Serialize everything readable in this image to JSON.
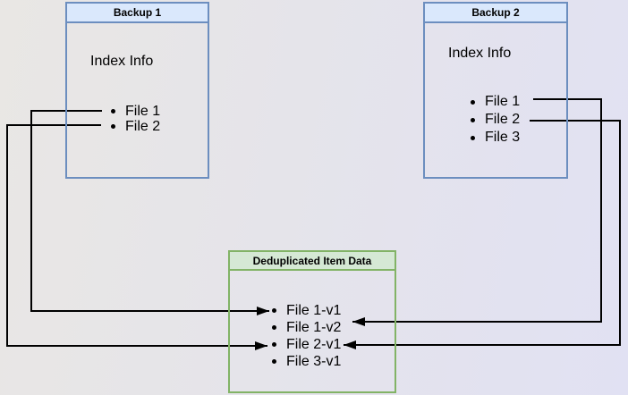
{
  "diagram": {
    "backup1": {
      "title": "Backup 1",
      "info": "Index Info",
      "files": [
        "File 1",
        "File 2"
      ]
    },
    "backup2": {
      "title": "Backup 2",
      "info": "Index Info",
      "files": [
        "File 1",
        "File 2",
        "File 3"
      ]
    },
    "dedup": {
      "title": "Deduplicated Item Data",
      "items": [
        "File 1-v1",
        "File 1-v2",
        "File 2-v1",
        "File 3-v1"
      ]
    },
    "connections": [
      {
        "from": "Backup 1 / File 1",
        "to": "File 1-v1"
      },
      {
        "from": "Backup 1 / File 2",
        "to": "File 2-v1"
      },
      {
        "from": "Backup 2 / File 1",
        "to": "File 1-v2"
      },
      {
        "from": "Backup 2 / File 2",
        "to": "File 2-v1"
      }
    ],
    "colors": {
      "backup_border": "#6c8ebf",
      "backup_header_fill": "#dae8fc",
      "dedup_border": "#82b366",
      "dedup_header_fill": "#d5e8d4",
      "connector": "#000000"
    }
  }
}
